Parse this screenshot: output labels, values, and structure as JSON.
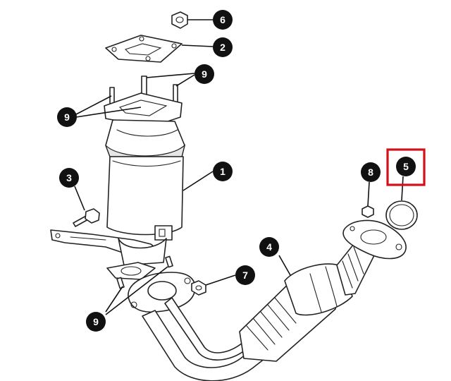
{
  "colors": {
    "highlight": "#d0121b",
    "ink": "#111111"
  },
  "callouts": {
    "c1": {
      "label": "1"
    },
    "c2": {
      "label": "2"
    },
    "c3": {
      "label": "3"
    },
    "c4": {
      "label": "4"
    },
    "c5": {
      "label": "5",
      "highlighted": true
    },
    "c6": {
      "label": "6"
    },
    "c7": {
      "label": "7"
    },
    "c8": {
      "label": "8"
    },
    "c9a": {
      "label": "9"
    },
    "c9b": {
      "label": "9"
    },
    "c9c": {
      "label": "9"
    }
  }
}
